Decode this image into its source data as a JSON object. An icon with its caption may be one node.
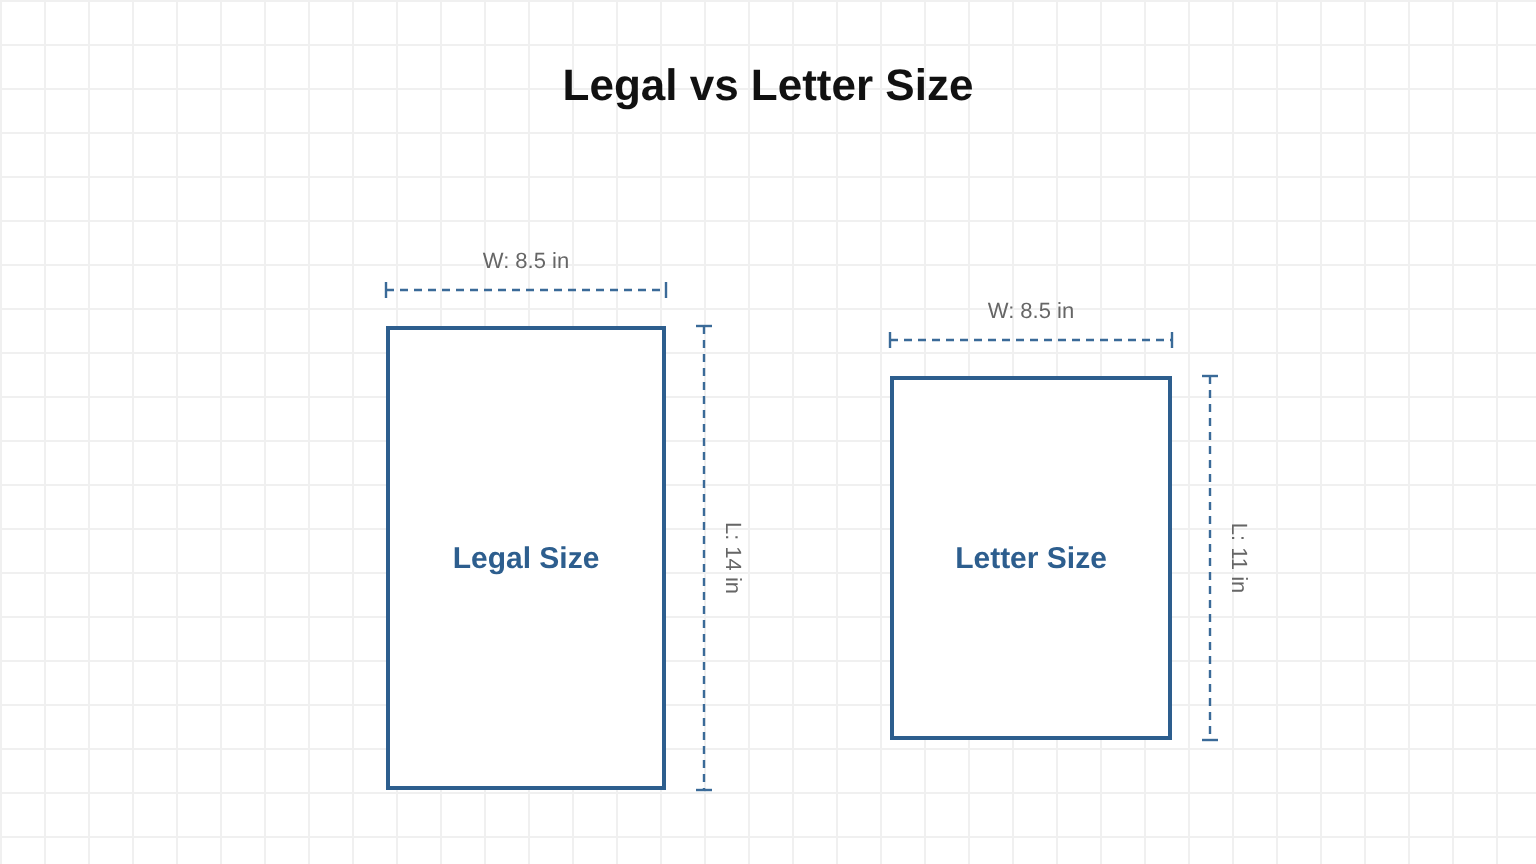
{
  "diagram": {
    "title": "Legal vs Letter Size",
    "nodes": [
      {
        "text": [
          "Legal Size"
        ]
      },
      {
        "text": [
          "Letter Size"
        ]
      }
    ],
    "labels": [
      "W: 8.5 in",
      "L: 14 in",
      "W: 8.5 in",
      "L: 11 in"
    ]
  }
}
